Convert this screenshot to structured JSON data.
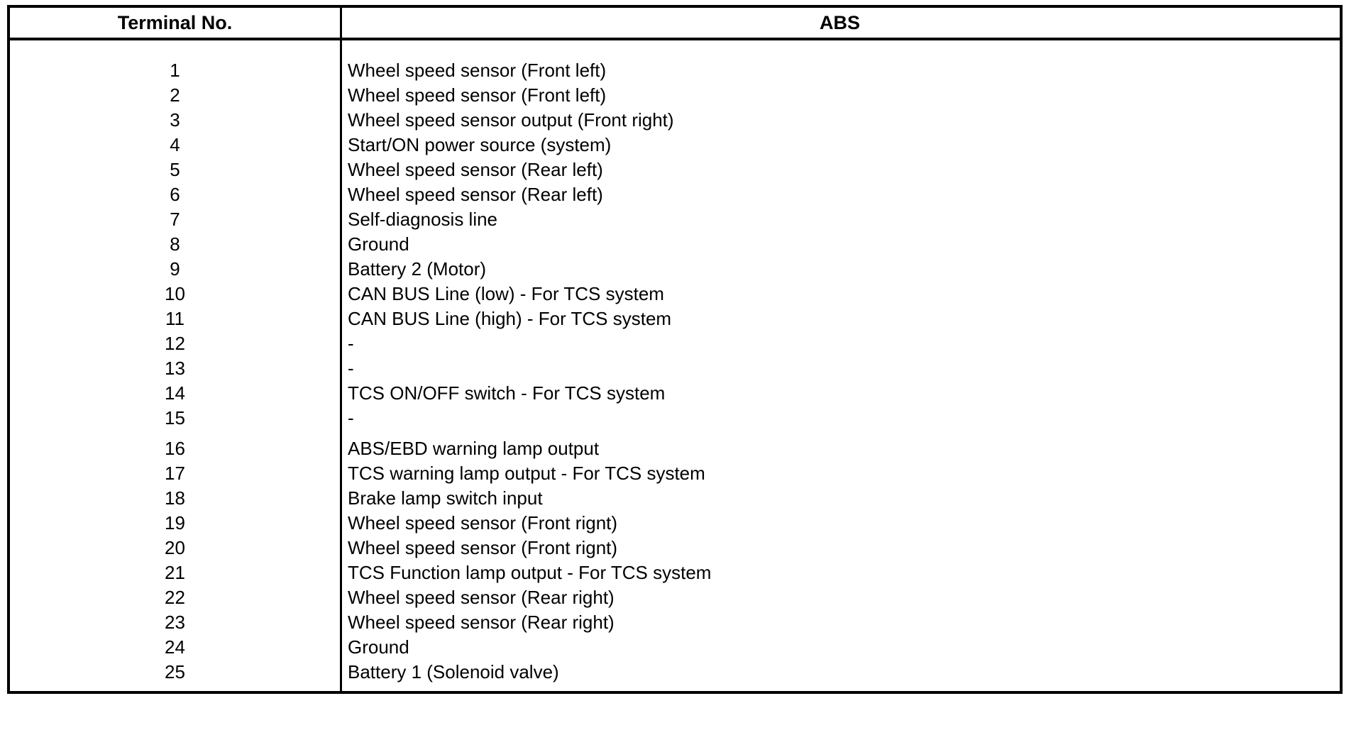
{
  "table": {
    "columns": [
      "Terminal No.",
      "ABS"
    ],
    "colors": {
      "border": "#000000",
      "text": "#000000",
      "background": "#ffffff"
    },
    "groups": [
      {
        "rows": [
          {
            "terminal": "1",
            "description": "Wheel speed sensor (Front left)"
          },
          {
            "terminal": "2",
            "description": "Wheel speed sensor (Front left)"
          },
          {
            "terminal": "3",
            "description": "Wheel speed sensor output (Front right)"
          },
          {
            "terminal": "4",
            "description": "Start/ON power source (system)"
          },
          {
            "terminal": "5",
            "description": "Wheel speed sensor (Rear left)"
          },
          {
            "terminal": "6",
            "description": "Wheel speed sensor (Rear left)"
          },
          {
            "terminal": "7",
            "description": "Self-diagnosis line"
          },
          {
            "terminal": "8",
            "description": "Ground"
          },
          {
            "terminal": "9",
            "description": "Battery 2 (Motor)"
          },
          {
            "terminal": "10",
            "description": "CAN BUS Line (low) - For TCS system"
          },
          {
            "terminal": "11",
            "description": "CAN BUS Line (high) - For TCS system"
          },
          {
            "terminal": "12",
            "description": "-"
          },
          {
            "terminal": "13",
            "description": "-"
          },
          {
            "terminal": "14",
            "description": "TCS ON/OFF switch - For TCS system"
          },
          {
            "terminal": "15",
            "description": "-"
          }
        ]
      },
      {
        "rows": [
          {
            "terminal": "16",
            "description": "ABS/EBD warning lamp output"
          },
          {
            "terminal": "17",
            "description": "TCS warning lamp output - For TCS system"
          },
          {
            "terminal": "18",
            "description": "Brake lamp switch input"
          },
          {
            "terminal": "19",
            "description": "Wheel speed sensor (Front rignt)"
          },
          {
            "terminal": "20",
            "description": "Wheel speed sensor (Front rignt)"
          },
          {
            "terminal": "21",
            "description": "TCS Function lamp output - For TCS system"
          },
          {
            "terminal": "22",
            "description": "Wheel speed sensor (Rear right)"
          },
          {
            "terminal": "23",
            "description": "Wheel speed sensor (Rear right)"
          },
          {
            "terminal": "24",
            "description": "Ground"
          },
          {
            "terminal": "25",
            "description": "Battery 1 (Solenoid valve)"
          }
        ]
      }
    ]
  }
}
